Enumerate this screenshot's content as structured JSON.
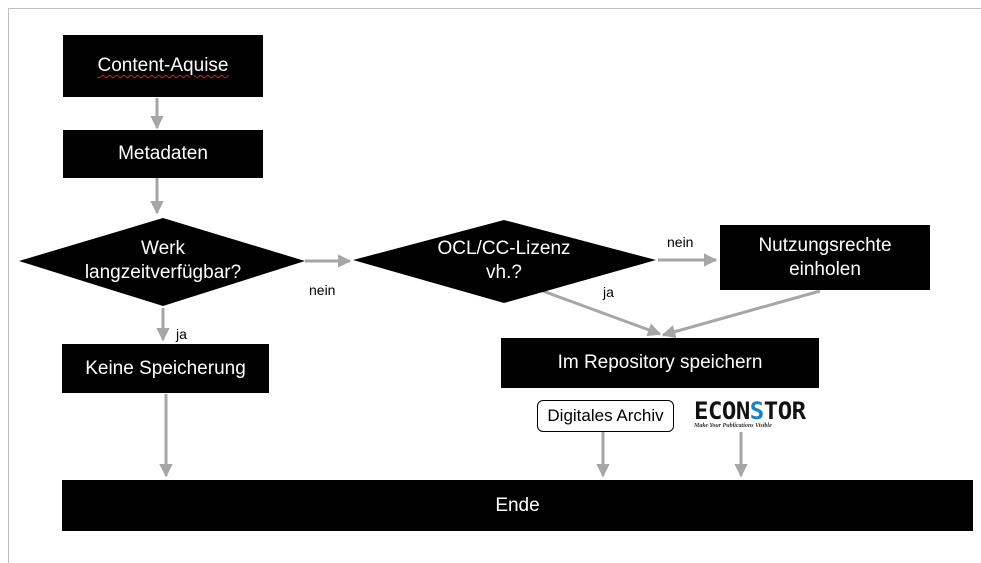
{
  "nodes": {
    "content_aquise": "Content-Aquise",
    "metadaten": "Metadaten",
    "werk_line1": "Werk",
    "werk_line2": "langzeitverfügbar?",
    "ocl_line1": "OCL/CC-Lizenz",
    "ocl_line2": "vh.?",
    "nutzung_line1": "Nutzungsrechte",
    "nutzung_line2": "einholen",
    "keine": "Keine Speicherung",
    "repository": "Im Repository speichern",
    "ende": "Ende"
  },
  "edge_labels": {
    "werk_ja": "ja",
    "werk_nein": "nein",
    "ocl_nein": "nein",
    "ocl_ja": "ja"
  },
  "targets": {
    "digitales_archiv": "Digitales Archiv"
  },
  "logo": {
    "part1": "ECON",
    "part2": "S",
    "part3": "TOR",
    "tagline": "Make Your Publications Visible"
  },
  "colors": {
    "node_fill": "#000000",
    "node_text": "#ffffff",
    "arrow": "#a6a6a6",
    "logo_accent": "#1d7fc4"
  }
}
